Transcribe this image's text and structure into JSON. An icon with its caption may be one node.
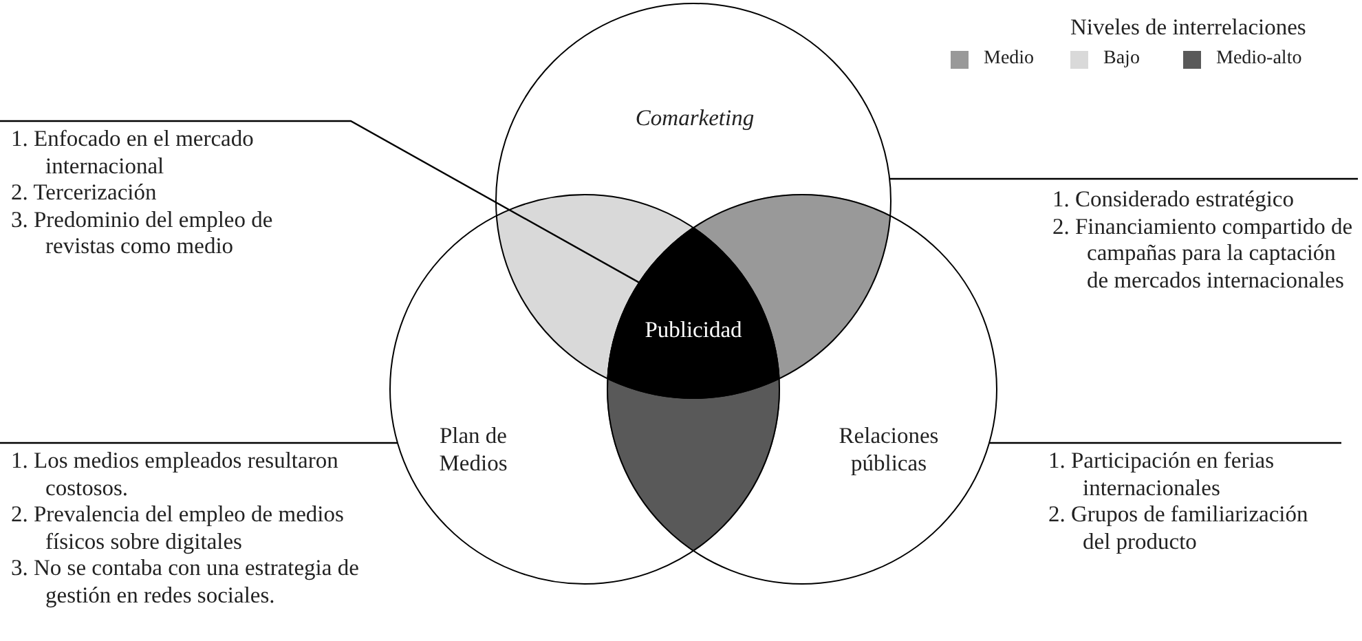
{
  "diagram": {
    "nodes": [
      {
        "text": [
          "Comarketing"
        ]
      },
      {
        "text": [
          "Plan de Medios"
        ]
      },
      {
        "text": [
          "Relaciones públicas"
        ]
      },
      {
        "text": [
          "Publicidad"
        ]
      },
      {
        "text": [
          "1. Enfocado en el mercado internacional",
          "2. Tercerización",
          "3. Predominio del empleo de revistas como medio"
        ]
      },
      {
        "text": [
          "1. Considerado estratégico",
          "2. Financiamiento compartido de campañas para la captación de mercados internacionales"
        ]
      },
      {
        "text": [
          "1. Los medios empleados resultaron costosos.",
          "2. Prevalencia del empleo de medios físicos sobre digitales",
          "3. No se contaba con una estrategia de gestión en redes sociales."
        ]
      },
      {
        "text": [
          "1. Participación en ferias internacionales",
          "2. Grupos de familiarización del producto"
        ]
      }
    ],
    "edges": [
      {
        "from": 4,
        "to": 3,
        "arrow": "none"
      },
      {
        "from": 5,
        "to": 0,
        "arrow": "none"
      },
      {
        "from": 6,
        "to": 1,
        "arrow": "none"
      },
      {
        "from": 7,
        "to": 2,
        "arrow": "none"
      }
    ],
    "labels": [
      "Niveles de interrelaciones"
    ],
    "legend": [
      {
        "text": "Medio",
        "color": "#999999"
      },
      {
        "text": "Bajo",
        "color": "#d9d9d9"
      },
      {
        "text": "Medio-alto",
        "color": "#595959"
      }
    ]
  }
}
